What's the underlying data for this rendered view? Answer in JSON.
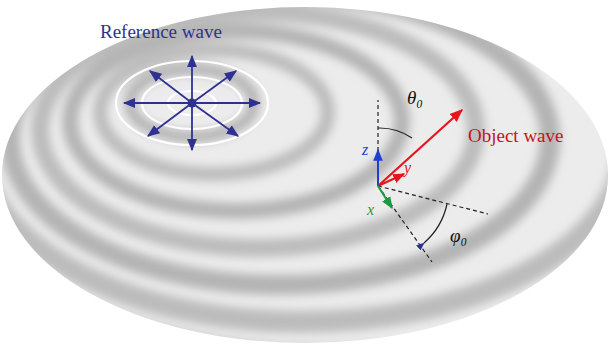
{
  "diagram": {
    "labels": [
      "Reference wave",
      "Object wave",
      "z",
      "y",
      "x",
      "θ₀",
      "φ₀"
    ]
  }
}
